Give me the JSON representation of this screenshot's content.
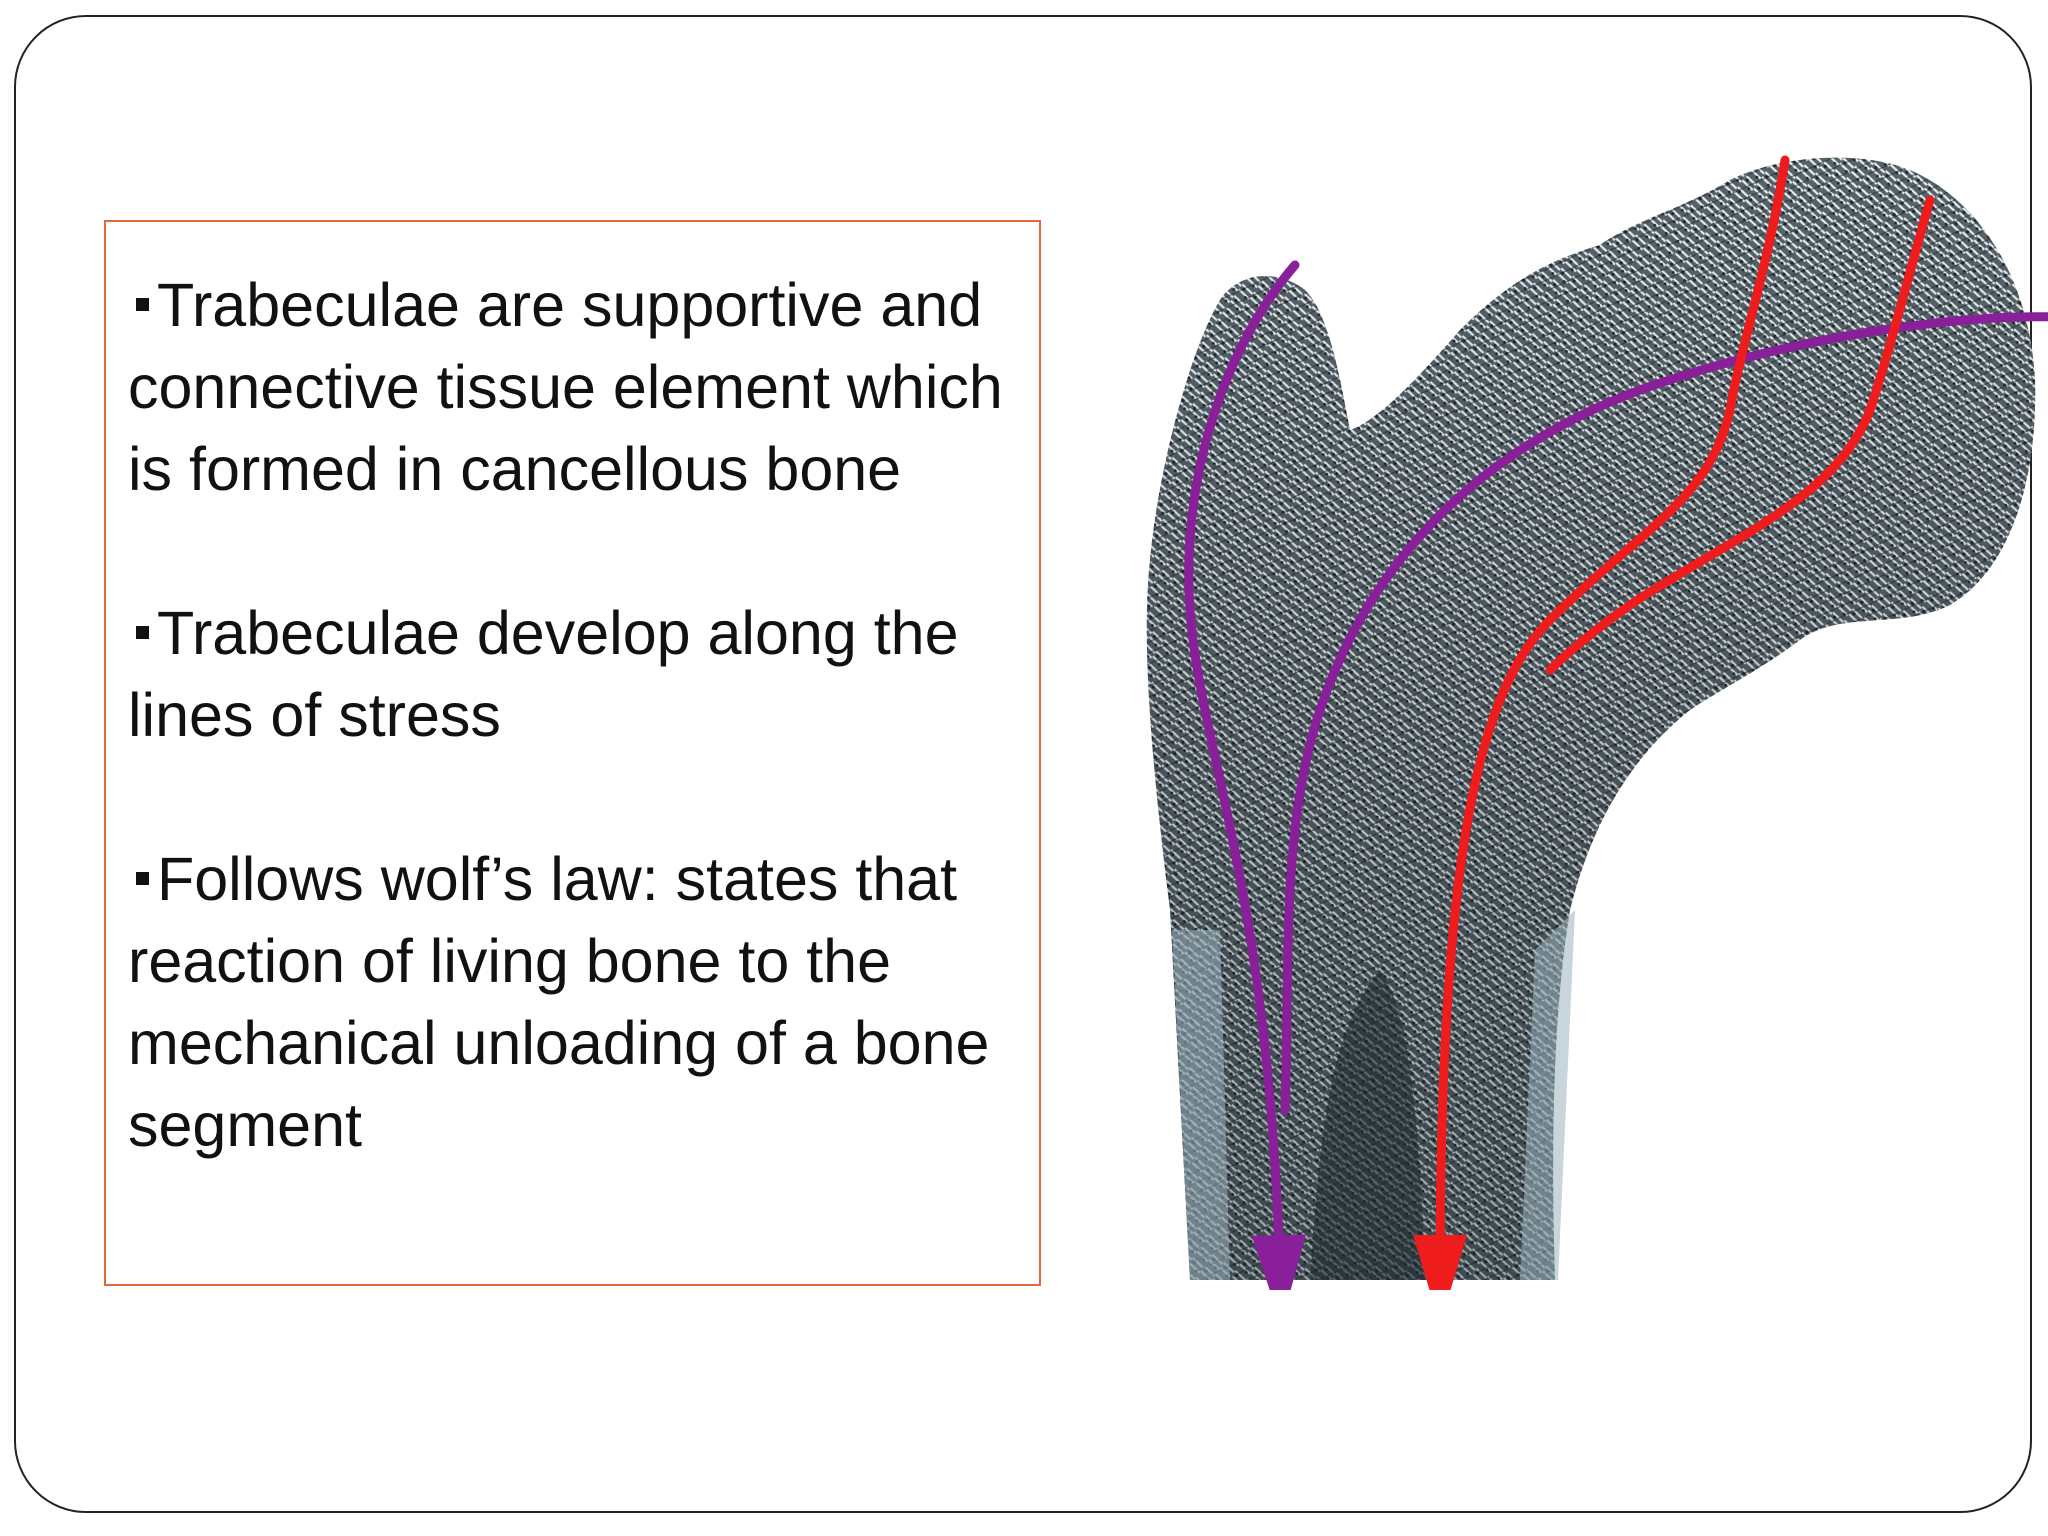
{
  "slide": {
    "bullets": [
      {
        "text": "Trabeculae are supportive and connective tissue element which is formed in cancellous bone"
      },
      {
        "text": "Trabeculae develop along the lines of stress"
      },
      {
        "text": "Follows  wolf’s law: states that reaction of living bone to the mechanical unloading of a bone segment"
      }
    ]
  },
  "figure": {
    "subject": "femur-trabeculae-stress-lines",
    "colors": {
      "compressive_lines": "#8a1f9a",
      "tensile_lines": "#ee1c1c",
      "bone_shade": "#3e4a50",
      "box_border": "#e06a3c"
    }
  }
}
